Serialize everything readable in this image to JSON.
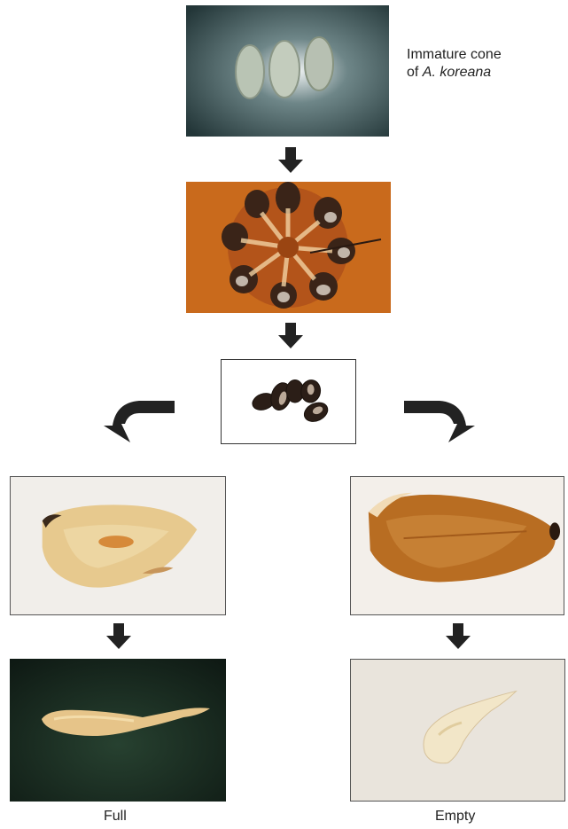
{
  "caption": {
    "line1": "Immature cone",
    "line2_prefix": "of ",
    "line2_italic": "A. koreana"
  },
  "labels": {
    "full": "Full",
    "empty": "Empty"
  }
}
